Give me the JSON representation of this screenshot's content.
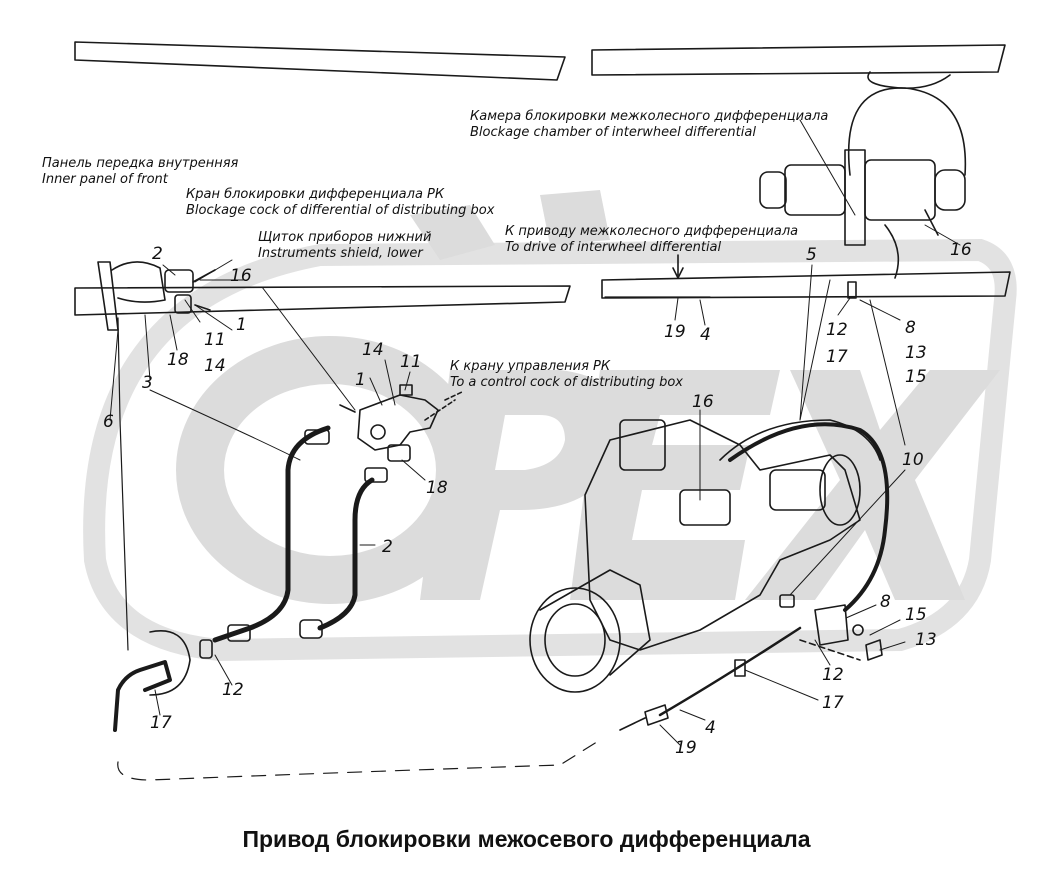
{
  "title": "Привод блокировки межосевого дифференциала",
  "watermark": "OPEX",
  "colors": {
    "line": "#1a1a1a",
    "watermark": "#dcdcdc",
    "background": "#ffffff"
  },
  "annotations": [
    {
      "ru": "Панель передка внутренняя",
      "en": "Inner panel of front"
    },
    {
      "ru": "Кран блокировки дифференциала РК",
      "en": "Blockage cock of differential of distributing box"
    },
    {
      "ru": "Щиток приборов нижний",
      "en": "Instruments shield, lower"
    },
    {
      "ru": "К приводу межколесного дифференциала",
      "en": "To drive of interwheel differential"
    },
    {
      "ru": "Камера блокировки межколесного дифференциала",
      "en": "Blockage chamber of interwheel differential"
    },
    {
      "ru": "К крану управления РК",
      "en": "To a control cock of distributing box"
    }
  ],
  "callouts": [
    "2",
    "16",
    "1",
    "11",
    "14",
    "18",
    "3",
    "6",
    "14",
    "11",
    "1",
    "18",
    "2",
    "12",
    "17",
    "16",
    "19",
    "4",
    "5",
    "12",
    "17",
    "8",
    "13",
    "15",
    "16",
    "10",
    "8",
    "15",
    "13",
    "12",
    "17",
    "4",
    "19"
  ]
}
